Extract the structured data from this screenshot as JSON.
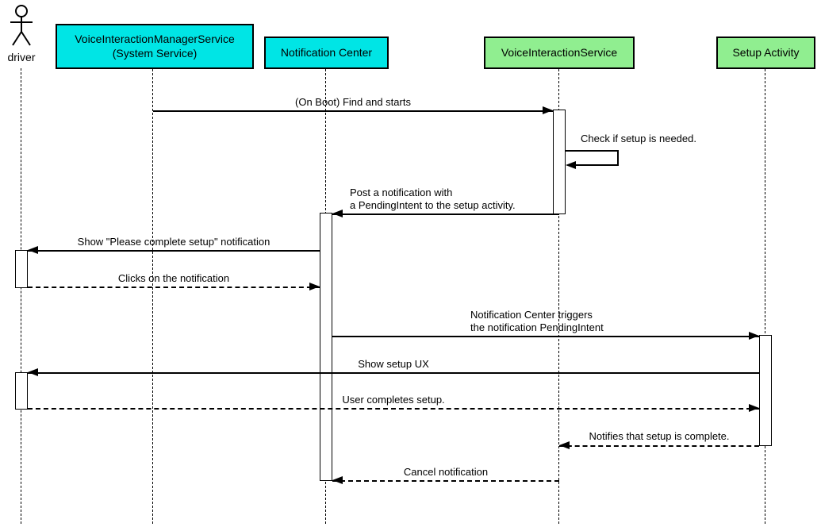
{
  "diagram": {
    "type": "uml-sequence",
    "colors": {
      "participant_cyan": "#00e5e5",
      "participant_green": "#90ee90",
      "line": "#000000",
      "background": "#ffffff"
    },
    "actor": {
      "label": "driver"
    },
    "participants": [
      {
        "label": "VoiceInteractionManagerService\n(System Service)",
        "color": "#00e5e5"
      },
      {
        "label": "Notification Center",
        "color": "#00e5e5"
      },
      {
        "label": "VoiceInteractionService",
        "color": "#90ee90"
      },
      {
        "label": "Setup Activity",
        "color": "#90ee90"
      }
    ],
    "messages": [
      {
        "label": "(On Boot) Find and starts",
        "from": "VoiceInteractionManagerService (System Service)",
        "to": "VoiceInteractionService",
        "line": "solid"
      },
      {
        "label": "Check if setup is needed.",
        "from": "VoiceInteractionService",
        "to": "VoiceInteractionService",
        "line": "solid"
      },
      {
        "label": "Post a notification with\na PendingIntent to the setup activity.",
        "from": "VoiceInteractionService",
        "to": "Notification Center",
        "line": "solid"
      },
      {
        "label": "Show \"Please complete setup\" notification",
        "from": "Notification Center",
        "to": "driver",
        "line": "solid"
      },
      {
        "label": "Clicks on the notification",
        "from": "driver",
        "to": "Notification Center",
        "line": "dashed"
      },
      {
        "label": "Notification Center triggers\nthe notification PendingIntent",
        "from": "Notification Center",
        "to": "Setup Activity",
        "line": "solid"
      },
      {
        "label": "Show setup UX",
        "from": "Setup Activity",
        "to": "driver",
        "line": "solid"
      },
      {
        "label": "User completes setup.",
        "from": "driver",
        "to": "Setup Activity",
        "line": "dashed"
      },
      {
        "label": "Notifies that setup is complete.",
        "from": "Setup Activity",
        "to": "VoiceInteractionService",
        "line": "dashed"
      },
      {
        "label": "Cancel notification",
        "from": "VoiceInteractionService",
        "to": "Notification Center",
        "line": "dashed"
      }
    ]
  }
}
